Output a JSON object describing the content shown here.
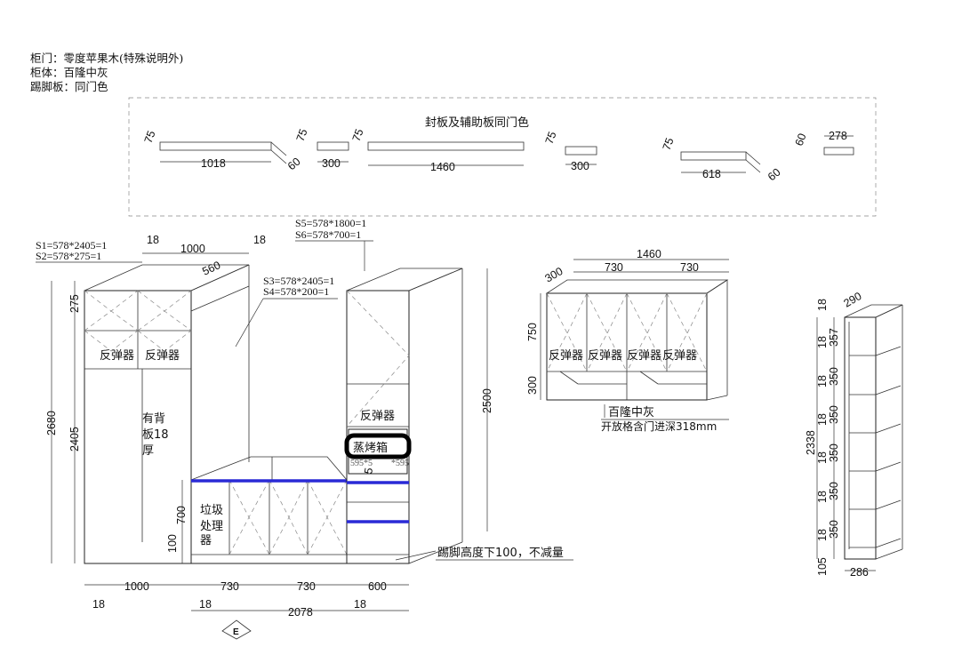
{
  "notes": {
    "door": "柜门：零度苹果木(特殊说明外)",
    "body": "柜体：百隆中灰",
    "kick": "踢脚板：同门色"
  },
  "panels": {
    "title": "封板及辅助板同门色",
    "p1_h": "75",
    "p1_w": "1018",
    "p1_d": "60",
    "p2_h": "75",
    "p2_w": "300",
    "p3_h": "75",
    "p3_w": "1460",
    "p4_h": "75",
    "p4_w": "300",
    "p5_h": "75",
    "p5_w": "618",
    "p5_d": "60",
    "p6_h": "60",
    "p6_w": "278"
  },
  "main": {
    "s1": "S1=578*2405=1",
    "s2": "S2=578*275=1",
    "s3": "S3=578*2405=1",
    "s4": "S4=578*200=1",
    "s5": "S5=578*1800=1",
    "s6": "S6=578*700=1",
    "top_18a": "18",
    "top_1000": "1000",
    "top_18b": "18",
    "depth_560": "560",
    "h_275": "275",
    "h_2680": "2680",
    "h_2405": "2405",
    "h_700": "700",
    "h_100": "100",
    "h_2500": "2500",
    "reb1": "反弹器",
    "reb2": "反弹器",
    "reb3": "反弹器",
    "back_note_1": "有背",
    "back_note_2": "板18",
    "back_note_3": "厚",
    "garbage_1": "垃圾",
    "garbage_2": "处理",
    "garbage_3": "器",
    "oven": "蒸烤箱",
    "oven_code": "595*5",
    "oven_code_tail": "*595",
    "oven_side": "5",
    "kick_note": "踢脚高度下100，不减量",
    "b_1000": "1000",
    "b_730a": "730",
    "b_730b": "730",
    "b_600": "600",
    "b_18a": "18",
    "b_18b": "18",
    "b_18c": "18",
    "b_2078": "2078",
    "marker": "E"
  },
  "wall": {
    "w_1460": "1460",
    "w_730a": "730",
    "w_730b": "730",
    "d_300": "300",
    "h_750": "750",
    "h_300": "300",
    "reb1": "反弹器",
    "reb2": "反弹器",
    "reb3": "反弹器",
    "reb4": "反弹器",
    "note1": "百隆中灰",
    "note2": "开放格含门进深318mm"
  },
  "tall": {
    "d_290": "290",
    "h_18": "18",
    "h_357": "357",
    "h_350a": "350",
    "h_350b": "350",
    "h_350c": "350",
    "h_350d": "350",
    "h_350e": "350",
    "g_18a": "18",
    "g_18b": "18",
    "g_18c": "18",
    "g_18d": "18",
    "g_18e": "18",
    "g_18f": "18",
    "h_2338": "2338",
    "h_105": "105",
    "w_286": "286"
  }
}
